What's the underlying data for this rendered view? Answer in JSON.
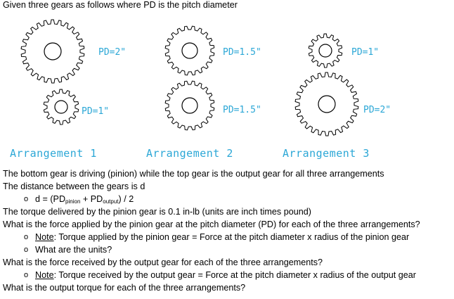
{
  "intro": "Given three gears as follows where PD is the pitch diameter",
  "colors": {
    "label": "#2ba7d6",
    "gear_stroke": "#000000"
  },
  "arrangements": [
    {
      "label": "Arrangement 1",
      "top_pd": "PD=2\"",
      "bottom_pd": "PD=1\""
    },
    {
      "label": "Arrangement 2",
      "top_pd": "PD=1.5\"",
      "bottom_pd": "PD=1.5\""
    },
    {
      "label": "Arrangement 3",
      "top_pd": "PD=1\"",
      "bottom_pd": "PD=2\""
    }
  ],
  "text": {
    "line1": "The bottom gear is driving (pinion) while the top gear is the output gear for all three arrangements",
    "line2": "The distance between the gears is d",
    "formula_prefix": "d = (PD",
    "formula_sub1": "pinion",
    "formula_mid": " + PD",
    "formula_sub2": "output",
    "formula_suffix": ") / 2",
    "line4": "The torque delivered by the pinion gear is 0.1 in-lb (units are inch times pound)",
    "line5": "What is the force applied by the pinion gear at the pitch diameter (PD) for each of the three arrangements?",
    "note_label": "Note",
    "note1_rest": ": Torque applied by the pinion gear = Force at the pitch diameter x radius of the pinion gear",
    "units_q": "What are the units?",
    "line8": "What is the force received by the output gear for each of the three arrangements?",
    "note2_rest": ": Torque received by the output gear = Force at the pitch diameter x radius of the output gear",
    "line10": "What is the output torque for each of the three arrangements?"
  }
}
